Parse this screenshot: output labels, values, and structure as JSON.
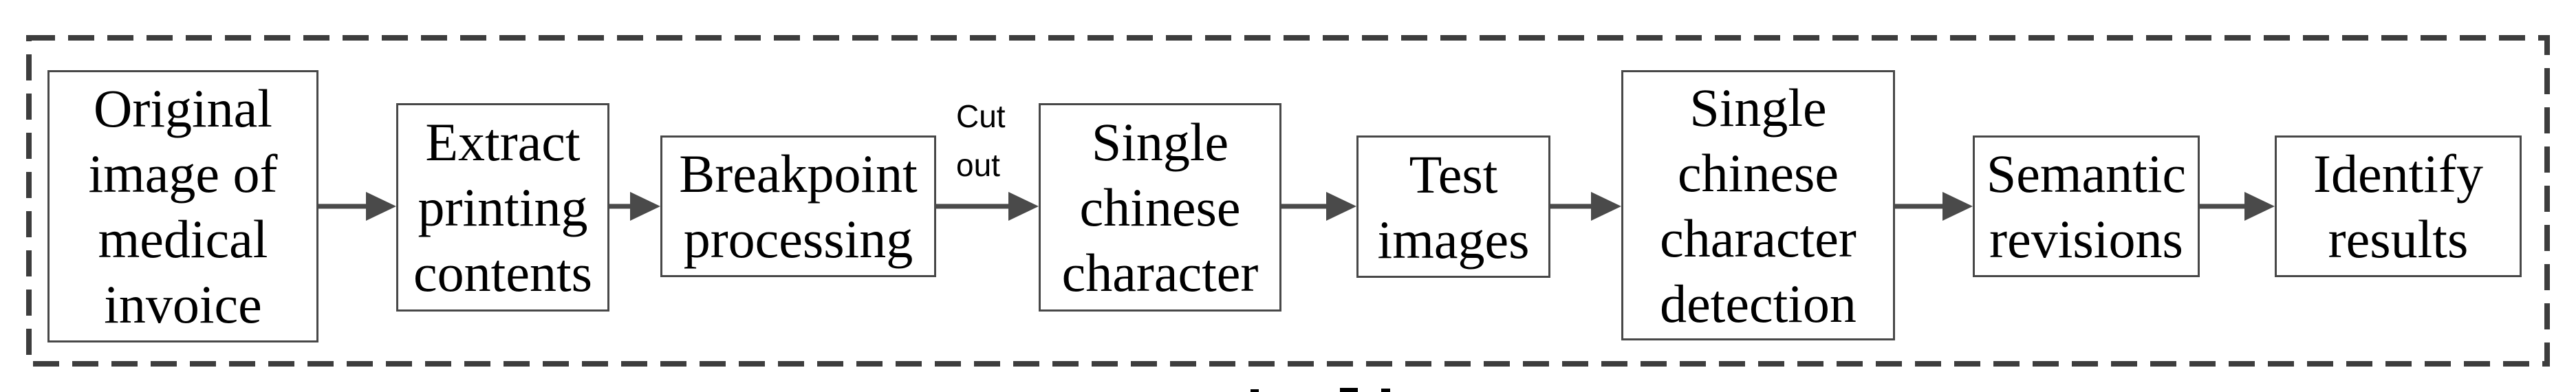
{
  "figure": {
    "type": "flowchart",
    "description": "Processing pipeline flowchart enclosed in a dashed rectangle",
    "boxes": [
      {
        "id": "original-image-of-medical-invoice",
        "label": "Original\nimage of\nmedical\ninvoice"
      },
      {
        "id": "extract-printing-contents",
        "label": "Extract\nprinting\ncontents"
      },
      {
        "id": "breakpoint-processing",
        "label": "Breakpoint\nprocessing"
      },
      {
        "id": "single-chinese-character",
        "label": "Single\nchinese\ncharacter"
      },
      {
        "id": "test-images",
        "label": "Test\nimages"
      },
      {
        "id": "single-chinese-character-detection",
        "label": "Single\nchinese\ncharacter\ndetection"
      },
      {
        "id": "semantic-revisions",
        "label": "Semantic\nrevisions"
      },
      {
        "id": "identify-results",
        "label": "Identify\nresults"
      }
    ],
    "connector_label": {
      "text": "Cut\nout",
      "between": "breakpoint-processing and single-chinese-character"
    },
    "colors": {
      "background": "#ffffff",
      "box_border": "#484848",
      "dashed_border": "#3d3d3d",
      "arrow": "#4a4a4a",
      "text": "#000000"
    }
  }
}
